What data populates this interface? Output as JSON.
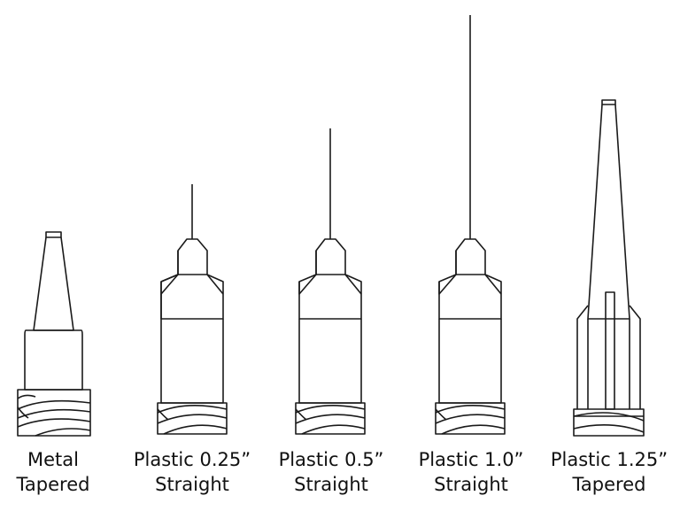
{
  "colors": {
    "line": "#1a1a1a",
    "background": "#ffffff",
    "text": "#111111"
  },
  "needles": [
    {
      "id": "metal-tapered",
      "name_line1": "Metal",
      "name_line2": "Tapered"
    },
    {
      "id": "plastic-025-straight",
      "name_line1": "Plastic 0.25”",
      "name_line2": "Straight"
    },
    {
      "id": "plastic-05-straight",
      "name_line1": "Plastic 0.5”",
      "name_line2": "Straight"
    },
    {
      "id": "plastic-10-straight",
      "name_line1": "Plastic 1.0”",
      "name_line2": "Straight"
    },
    {
      "id": "plastic-125-tapered",
      "name_line1": "Plastic 1.25”",
      "name_line2": "Tapered"
    }
  ]
}
